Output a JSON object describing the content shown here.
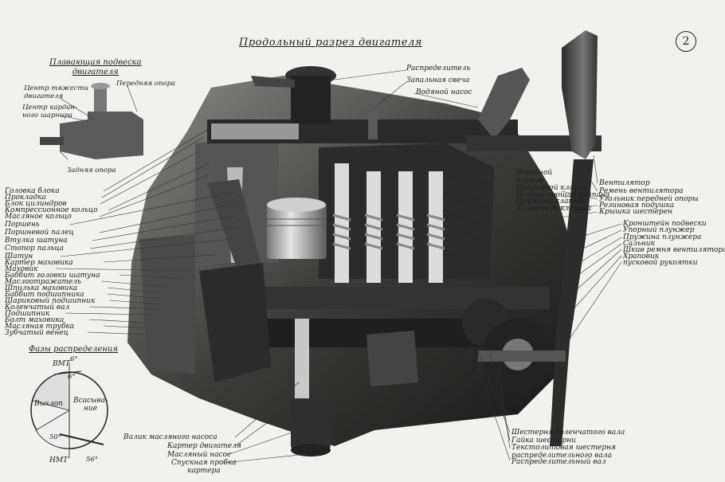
{
  "title": "Продольный разрез двигателя",
  "sheet_number": "2",
  "inset": {
    "title_line1": "Плавающая подвеска",
    "title_line2": "двигателя",
    "labels": {
      "cg": "Центр тяжести\nдвигателя",
      "front_mount": "Передняя опора",
      "cardan_center": "Центр кардан-\nного шарнира",
      "rear_mount": "Задняя опора"
    }
  },
  "top_labels": {
    "distributor": "Распределитель",
    "spark_plug": "Запальная свеча",
    "water_pump": "Водяной насос"
  },
  "left_labels": [
    "Головка блока",
    "Прокладка",
    "Блок цилиндров",
    "Компрессионное кольцо",
    "Масляное кольцо",
    "Поршень",
    "Поршневой палец",
    "Втулка шатуна",
    "Стопор пальца",
    "Шатун",
    "Картер маховика",
    "Маховик",
    "Баббит головки шатуна",
    "Маслоотражатель",
    "Шпилька маховика",
    "Баббит подшипника",
    "Шариковый подшипник",
    "Коленчатый вал",
    "Подшипник",
    "Болт маховика",
    "Масляная трубка",
    "Зубчатый венец"
  ],
  "valve_labels": [
    "Впускной\nклапан",
    "Выпускной клапан",
    "Направляющая клапана",
    "Пружина клапана",
    "Толкатель клапана"
  ],
  "right_labels": [
    "Вентилятор",
    "Ремень вентилятора",
    "Угольник передней опоры",
    "Резиновая подушка",
    "Крышка шестерен",
    "Кронштейн подвески",
    "Упорный плунжер",
    "Пружина плунжера",
    "Сальник",
    "Шкив ремня вентилятора",
    "Храповик",
    "пусковой рукоятки"
  ],
  "bottom_center_labels": [
    "Валик масляного насоса",
    "Картер двигателя",
    "Масляный насос",
    "Спускная пробка\nкартера"
  ],
  "bottom_right_labels": [
    "Шестерня коленчатого вала",
    "Гайка шестерни",
    "Текстолитовая шестерня\nраспределительного вала",
    "Распределительный вал"
  ],
  "timing_phases": {
    "title": "Фазы распределения",
    "tdc": "ВМТ",
    "bdc": "НМТ",
    "exhaust": "Выхлоп",
    "intake": "Всасыва-\nние",
    "angles": [
      "6°",
      "6°",
      "50°",
      "56°"
    ]
  }
}
